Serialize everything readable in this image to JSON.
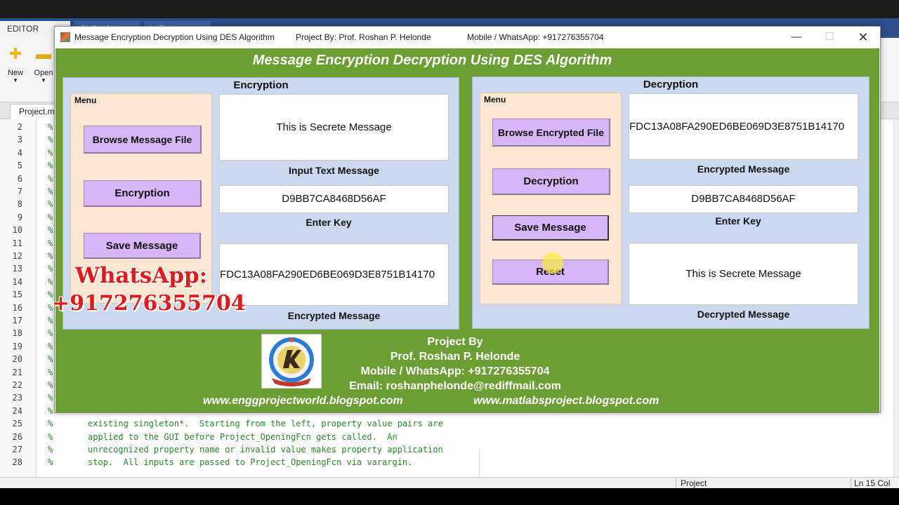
{
  "matlab": {
    "tabs": [
      "EDITOR",
      "PUBLISH",
      "VIEW"
    ],
    "ribbon": {
      "new_label": "New",
      "open_label": "Open"
    },
    "file_tab": "Project.m",
    "line_numbers": [
      "2",
      "3",
      "4",
      "5",
      "6",
      "7",
      "8",
      "9",
      "10",
      "11",
      "12",
      "13",
      "14",
      "15",
      "16",
      "17",
      "18",
      "19",
      "20",
      "21",
      "22",
      "23",
      "24",
      "25",
      "26",
      "27",
      "28"
    ],
    "comment_marker": "%",
    "code_lines": [
      "existing singleton*.  Starting from the left, property value pairs are",
      "applied to the GUI before Project_OpeningFcn gets called.  An",
      "unrecognized property name or invalid value makes property application",
      "stop.  All inputs are passed to Project_OpeningFcn via varargin."
    ],
    "status": {
      "project": "Project",
      "position": "Ln  15   Col"
    }
  },
  "window": {
    "title": "Message Encryption Decryption Using DES Algorithm",
    "title_project": "Project By: Prof. Roshan P. Helonde",
    "title_mobile": "Mobile / WhatsApp: +917276355704",
    "controls": {
      "minimize": "—",
      "maximize": "☐",
      "close": "✕"
    }
  },
  "app": {
    "heading": "Message Encryption Decryption Using DES Algorithm",
    "encryption": {
      "panel_title": "Encryption",
      "menu_label": "Menu",
      "browse_button": "Browse Message File",
      "encrypt_button": "Encryption",
      "save_button": "Save Message",
      "input_text": "This is Secrete Message",
      "input_label": "Input Text Message",
      "key_value": "D9BB7CA8468D56AF",
      "key_label": "Enter Key",
      "encrypted_value": "FDC13A08FA290ED6BE069D3E8751B14170",
      "encrypted_label": "Encrypted Message"
    },
    "decryption": {
      "panel_title": "Decryption",
      "menu_label": "Menu",
      "browse_button": "Browse Encrypted File",
      "decrypt_button": "Decryption",
      "save_button": "Save Message",
      "reset_button": "Reset",
      "encrypted_value": "FDC13A08FA290ED6BE069D3E8751B14170",
      "encrypted_label": "Encrypted Message",
      "key_value": "D9BB7CA8468D56AF",
      "key_label": "Enter Key",
      "decrypted_value": "This is Secrete Message",
      "decrypted_label": "Decrypted Message"
    },
    "watermark": {
      "line1": "WhatsApp:",
      "line2": "+917276355704"
    },
    "credits": {
      "title": "Project By",
      "name": "Prof. Roshan P. Helonde",
      "mobile": "Mobile / WhatsApp: +917276355704",
      "email": "Email: roshanphelonde@rediffmail.com",
      "site1": "www.enggprojectworld.blogspot.com",
      "site2": "www.matlabsproject.blogspot.com"
    }
  },
  "colors": {
    "figure_bg": "#6c9f33",
    "panel_bg": "#cad9ee",
    "menu_bg": "#fbe6d1",
    "button_bg": "#d6b6f7",
    "watermark": "#e01b1b"
  }
}
